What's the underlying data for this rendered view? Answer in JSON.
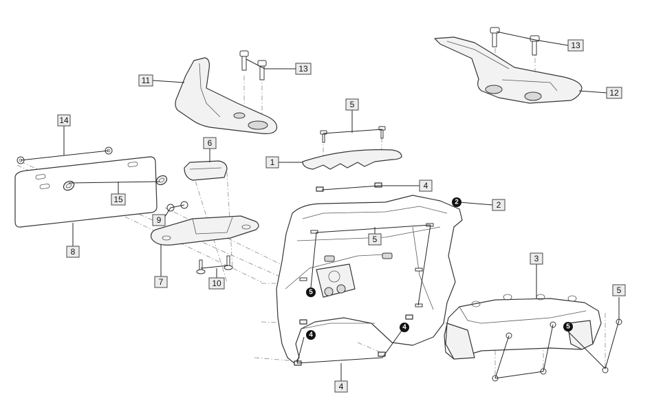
{
  "diagram": {
    "callouts": [
      {
        "id": "c1",
        "label": "1"
      },
      {
        "id": "c2",
        "label": "2"
      },
      {
        "id": "c3",
        "label": "3"
      },
      {
        "id": "c4a",
        "label": "4"
      },
      {
        "id": "c4b",
        "label": "4"
      },
      {
        "id": "c5a",
        "label": "5"
      },
      {
        "id": "c5b",
        "label": "5"
      },
      {
        "id": "c5c",
        "label": "5"
      },
      {
        "id": "c6",
        "label": "6"
      },
      {
        "id": "c7",
        "label": "7"
      },
      {
        "id": "c8",
        "label": "8"
      },
      {
        "id": "c9",
        "label": "9"
      },
      {
        "id": "c10",
        "label": "10"
      },
      {
        "id": "c11",
        "label": "11"
      },
      {
        "id": "c12",
        "label": "12"
      },
      {
        "id": "c13a",
        "label": "13"
      },
      {
        "id": "c13b",
        "label": "13"
      },
      {
        "id": "c14",
        "label": "14"
      },
      {
        "id": "c15",
        "label": "15"
      }
    ],
    "badges": [
      {
        "id": "b2",
        "label": "2"
      },
      {
        "id": "b4a",
        "label": "4"
      },
      {
        "id": "b4b",
        "label": "4"
      },
      {
        "id": "b5a",
        "label": "5"
      },
      {
        "id": "b5b",
        "label": "5"
      }
    ]
  }
}
